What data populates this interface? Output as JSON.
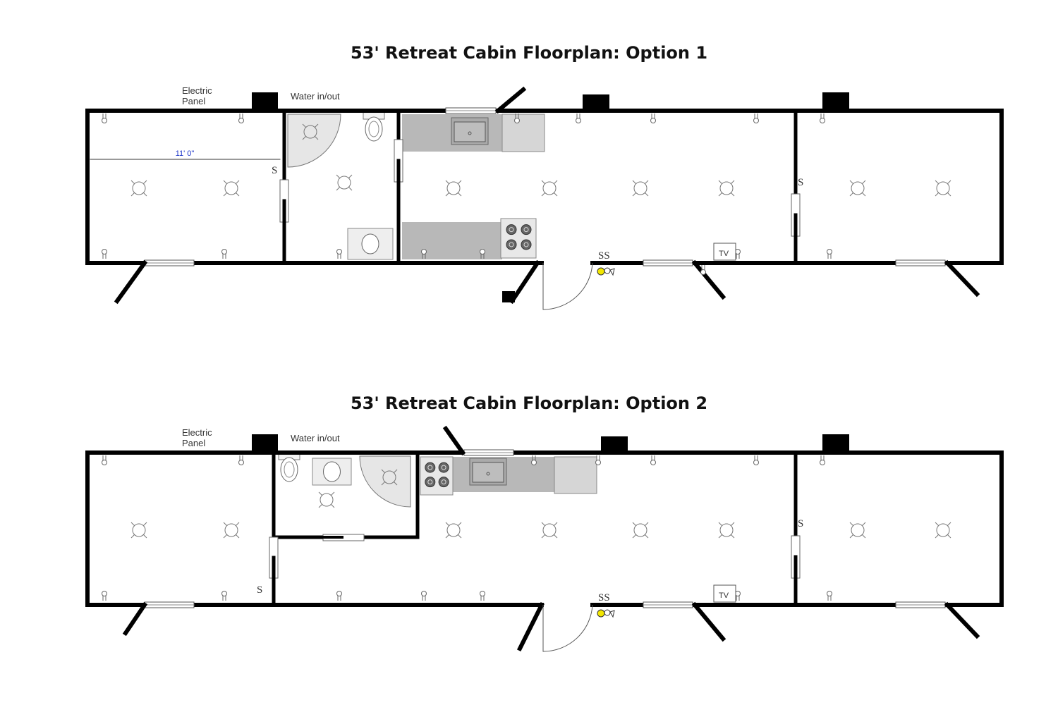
{
  "plans": [
    {
      "title": "53' Retreat Cabin Floorplan: Option 1",
      "electric_panel": "Electric\nPanel",
      "electric_line1": "Electric",
      "electric_line2": "Panel",
      "water": "Water in/out",
      "dimension": "11' 0\"",
      "switch_labels": [
        "S",
        "S"
      ],
      "smoke_label": "SS",
      "tv_label": "TV"
    },
    {
      "title": "53' Retreat Cabin Floorplan: Option 2",
      "electric_line1": "Electric",
      "electric_line2": "Panel",
      "water": "Water in/out",
      "switch_labels": [
        "S",
        "S"
      ],
      "smoke_label": "SS",
      "tv_label": "TV"
    }
  ],
  "colors": {
    "wall": "#000000",
    "counter": "#b8b8b8",
    "fridge": "#d6d6d6",
    "shower": "#e6e6e6",
    "dimension": "#1a33c8",
    "light_fixture": "#f2e600"
  }
}
